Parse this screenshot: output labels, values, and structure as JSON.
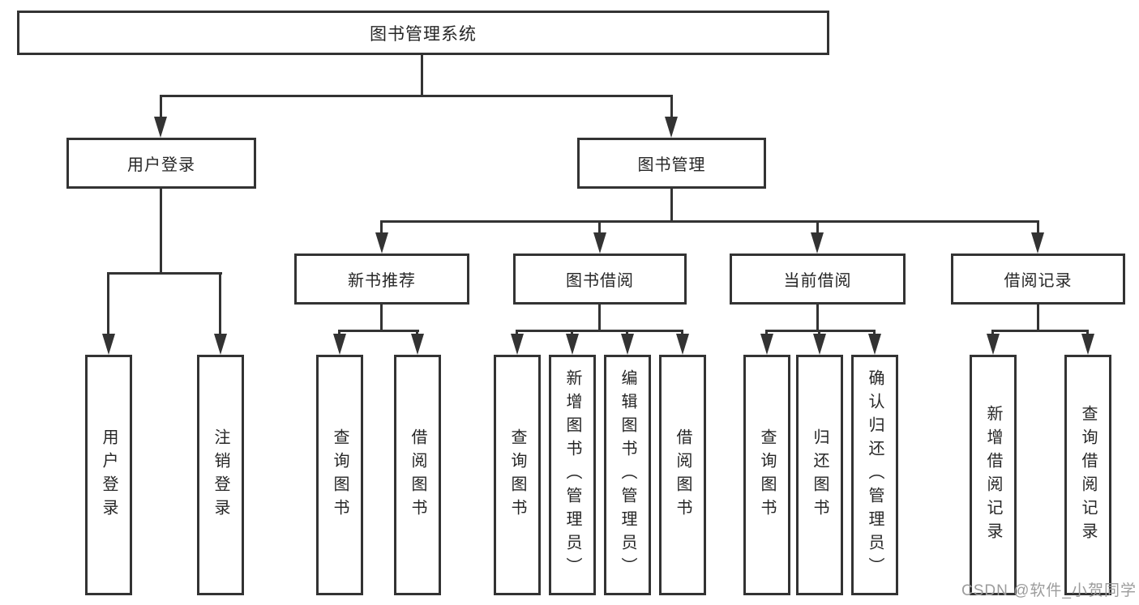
{
  "colors": {
    "line": "#333333",
    "text": "#262626",
    "box_background": "#ffffff",
    "watermark": "#9c9c9c",
    "background": "#ffffff"
  },
  "tree": {
    "root": {
      "label": "图书管理系统"
    },
    "branches": [
      {
        "label": "用户登录",
        "children": [
          {
            "label": "用户登录"
          },
          {
            "label": "注销登录"
          }
        ]
      },
      {
        "label": "图书管理",
        "groups": [
          {
            "label": "新书推荐",
            "children": [
              {
                "label": "查询图书"
              },
              {
                "label": "借阅图书"
              }
            ]
          },
          {
            "label": "图书借阅",
            "children": [
              {
                "label": "查询图书"
              },
              {
                "label": "新增图书（管理员）"
              },
              {
                "label": "编辑图书（管理员）"
              },
              {
                "label": "借阅图书"
              }
            ]
          },
          {
            "label": "当前借阅",
            "children": [
              {
                "label": "查询图书"
              },
              {
                "label": "归还图书"
              },
              {
                "label": "确认归还（管理员）"
              }
            ]
          },
          {
            "label": "借阅记录",
            "children": [
              {
                "label": "新增借阅记录"
              },
              {
                "label": "查询借阅记录"
              }
            ]
          }
        ]
      }
    ]
  },
  "watermark": {
    "text": "CSDN @软件_小贺同学"
  }
}
